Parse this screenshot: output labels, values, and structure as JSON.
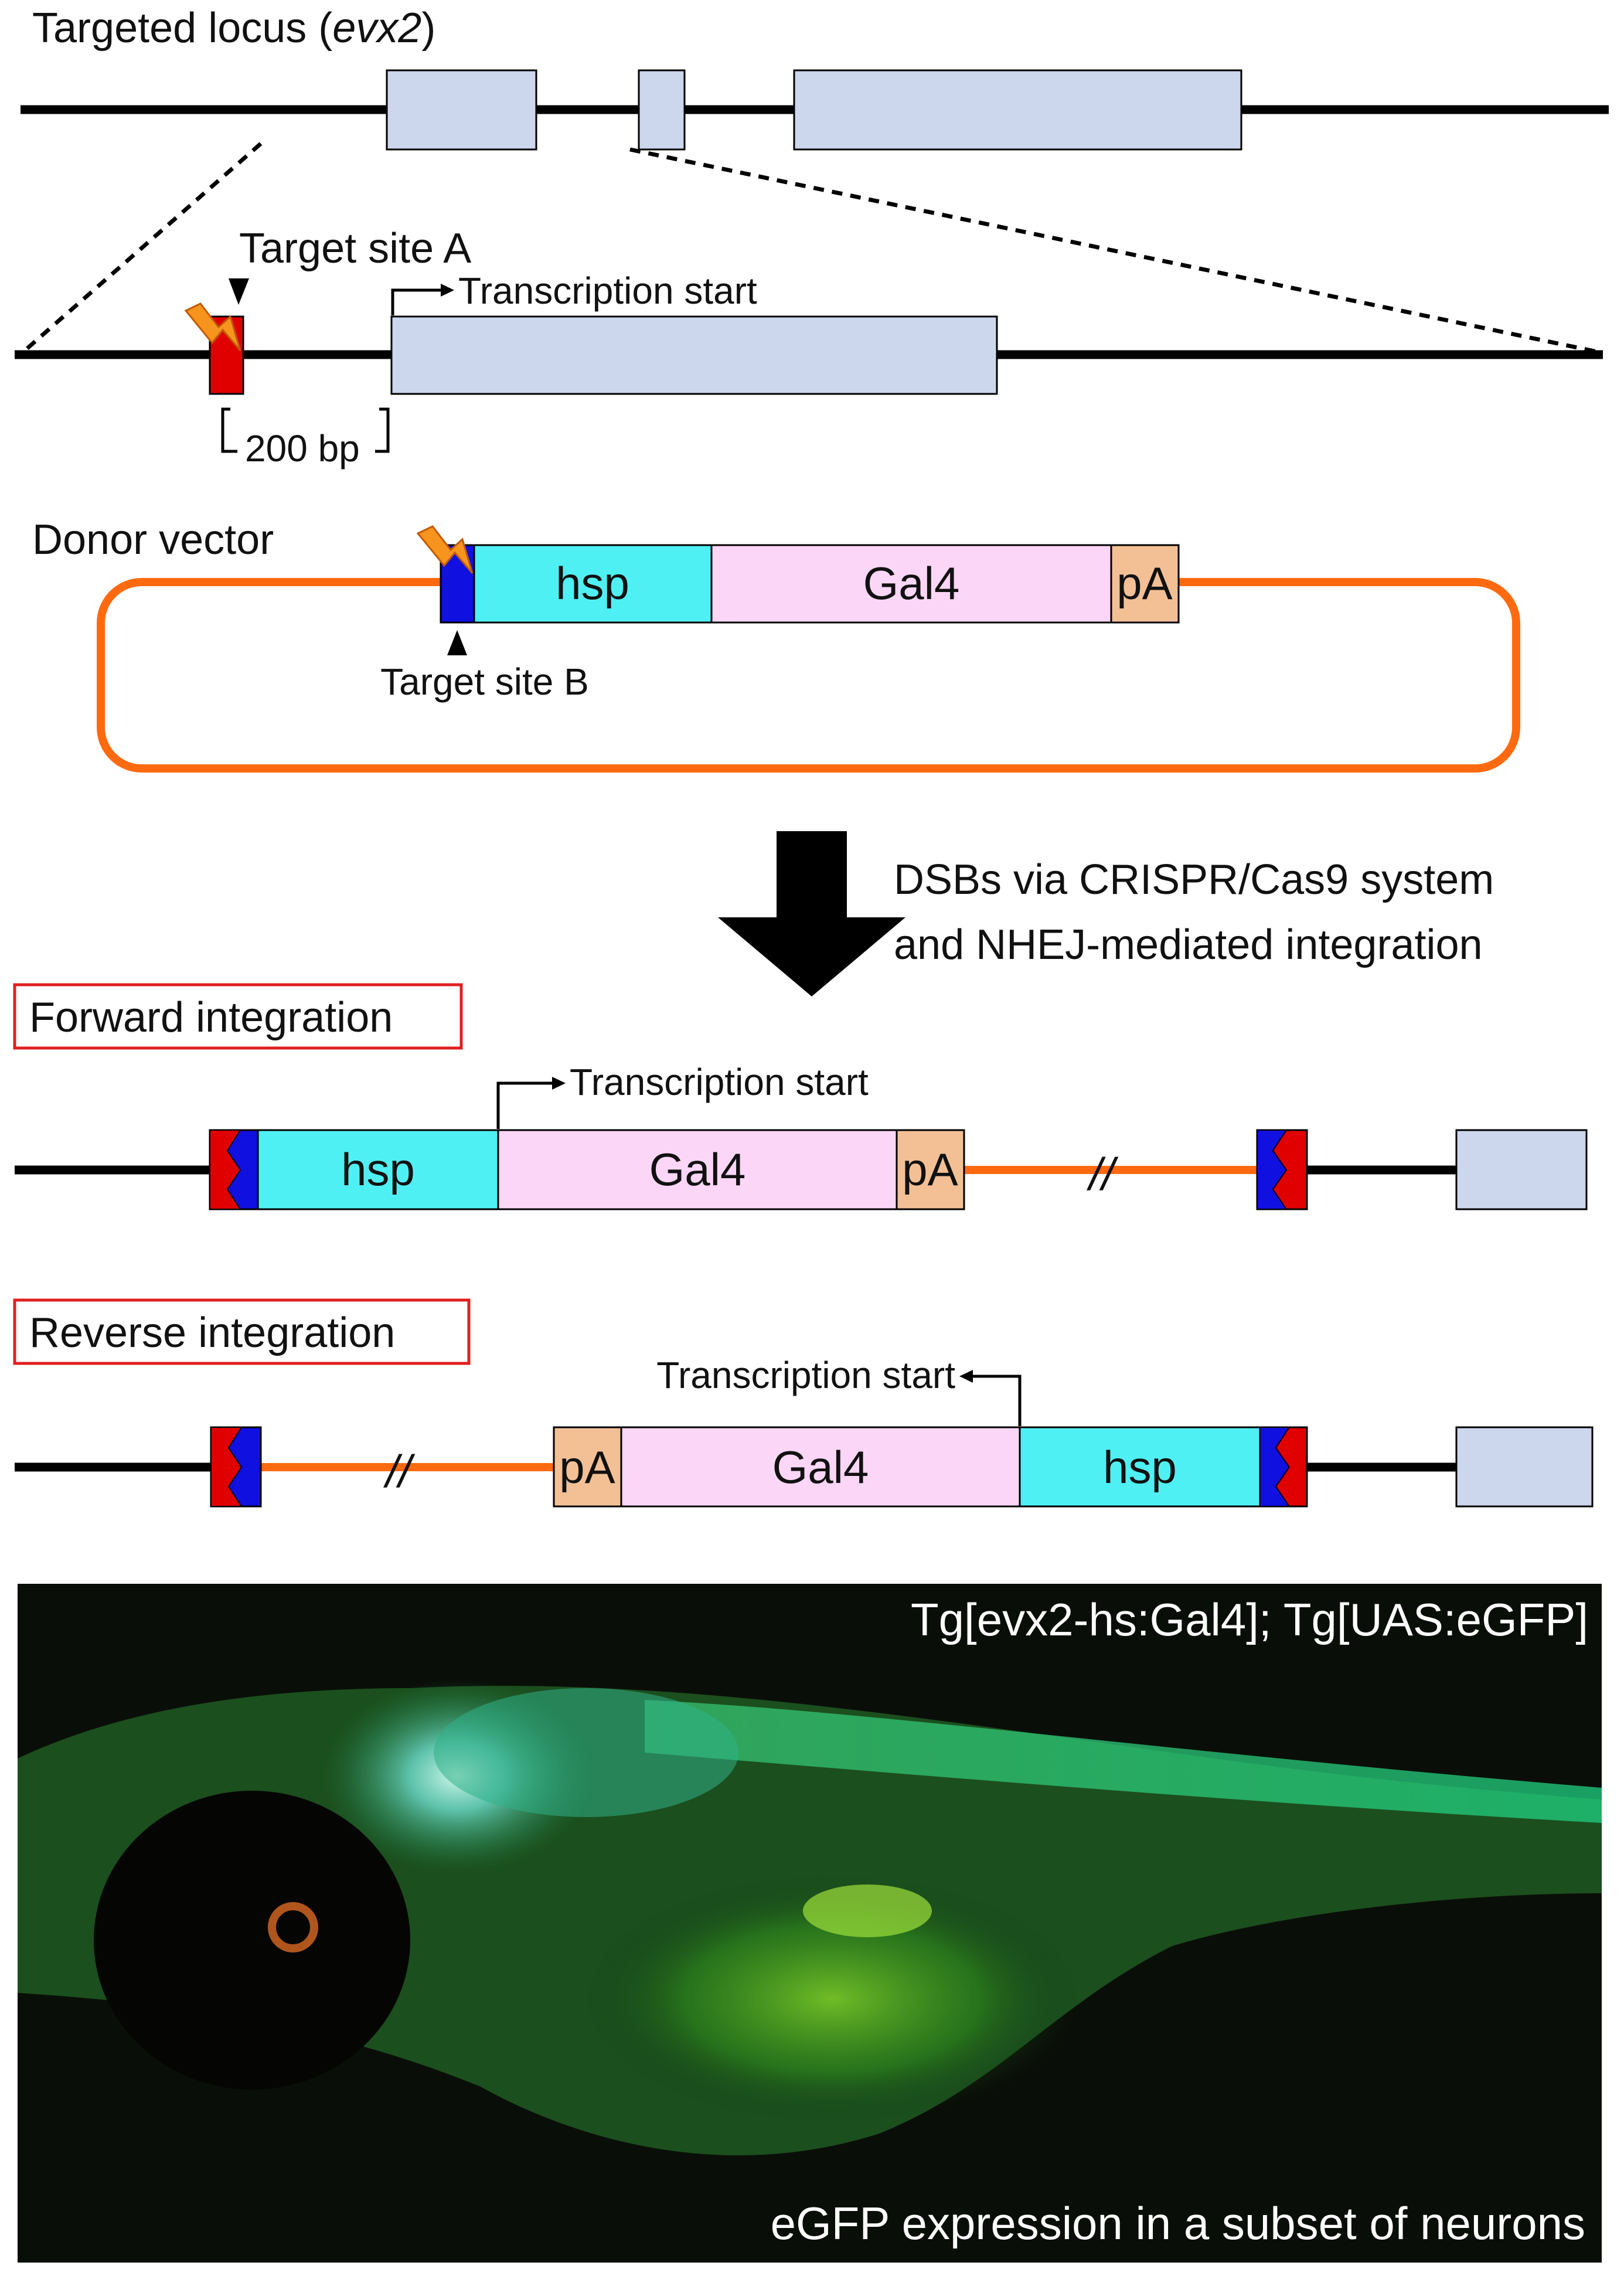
{
  "locus": {
    "title_prefix": "Targeted locus (",
    "title_gene": "evx2",
    "title_suffix": ")"
  },
  "zoom": {
    "target_site_a": "Target site A",
    "transcription_start": "Transcription start",
    "distance": "200 bp"
  },
  "donor": {
    "title": "Donor vector",
    "target_site_b": "Target site B",
    "hsp": "hsp",
    "gal4": "Gal4",
    "pa": "pA"
  },
  "arrow": {
    "line1": "DSBs via CRISPR/Cas9 system",
    "line2": "and NHEJ-mediated integration"
  },
  "forward": {
    "title": "Forward integration",
    "transcription_start": "Transcription start",
    "hsp": "hsp",
    "gal4": "Gal4",
    "pa": "pA",
    "break_mark": "//"
  },
  "reverse": {
    "title": "Reverse integration",
    "transcription_start": "Transcription start",
    "hsp": "hsp",
    "gal4": "Gal4",
    "pa": "pA",
    "break_mark": "//"
  },
  "photo": {
    "genotype": "Tg[evx2-hs:Gal4]; Tg[UAS:eGFP]",
    "caption": "eGFP expression in a subset of neurons"
  },
  "colors": {
    "exon": "#ccd6ec",
    "site_a": "#e00000",
    "site_b": "#1010e0",
    "hsp": "#4ff0f4",
    "gal4": "#fbd6f6",
    "pa": "#f3c096",
    "vector": "#ff6a10",
    "label_box": "#e02020",
    "lightning": "#f7941d"
  }
}
